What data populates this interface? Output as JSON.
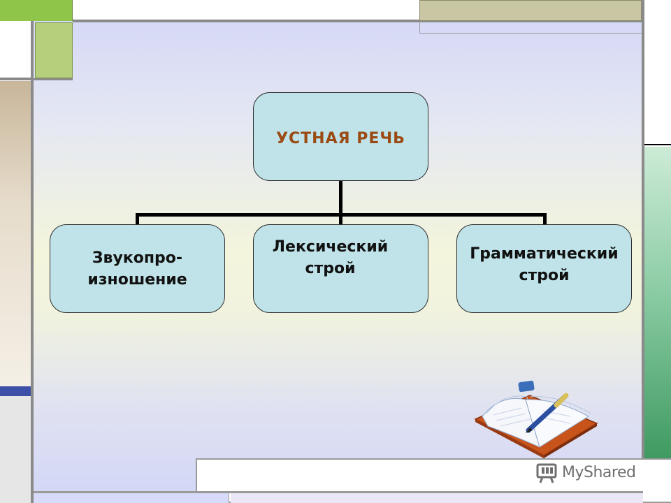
{
  "diagram": {
    "root": {
      "label": "УСТНАЯ РЕЧЬ"
    },
    "children": [
      {
        "label": "Звукопро-\nизношение"
      },
      {
        "label": "Лексический\nстрой"
      },
      {
        "label": "Грамматический\nстрой"
      }
    ]
  },
  "watermark": {
    "text": "MyShared"
  },
  "colors": {
    "box_fill": "#bfe3e8",
    "root_text": "#9a4a12",
    "accent_green": "#8fc64a",
    "accent_blue": "#3d4fa7"
  },
  "icons": [
    "open-book-icon",
    "pen-icon",
    "myshared-logo-icon"
  ]
}
